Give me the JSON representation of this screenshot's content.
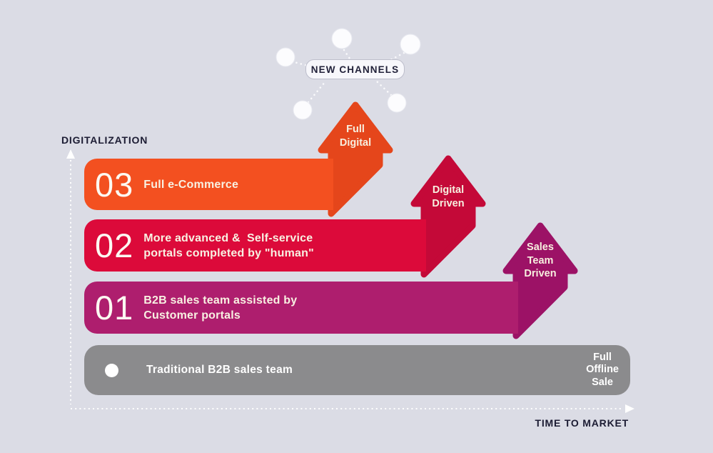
{
  "canvas": {
    "bg": "#DBDCE5"
  },
  "axes": {
    "y_label": "DIGITALIZATION",
    "x_label": "TIME TO MARKET",
    "line_color": "#FFFFFF"
  },
  "new_channels": {
    "label": "NEW CHANNELS",
    "node_count": 5,
    "node_color": "#FCFCFE"
  },
  "levels": [
    {
      "number": "03",
      "label": "Full e-Commerce",
      "arrow_label": "Full\nDigital",
      "bar_color": "#F35020",
      "arrow_color": "#E5461B"
    },
    {
      "number": "02",
      "label": "More advanced &  Self-service\nportals completed by \"human\"",
      "arrow_label": "Digital\nDriven",
      "bar_color": "#DC0A3A",
      "arrow_color": "#C40938"
    },
    {
      "number": "01",
      "label": "B2B sales team assisted by\nCustomer portals",
      "arrow_label": "Sales\nTeam\nDriven",
      "bar_color": "#AE1E6E",
      "arrow_color": "#9C1266"
    }
  ],
  "baseline": {
    "label": "Traditional B2B sales team",
    "right_label": "Full\nOffline\nSale",
    "color": "#8B8B8D"
  }
}
